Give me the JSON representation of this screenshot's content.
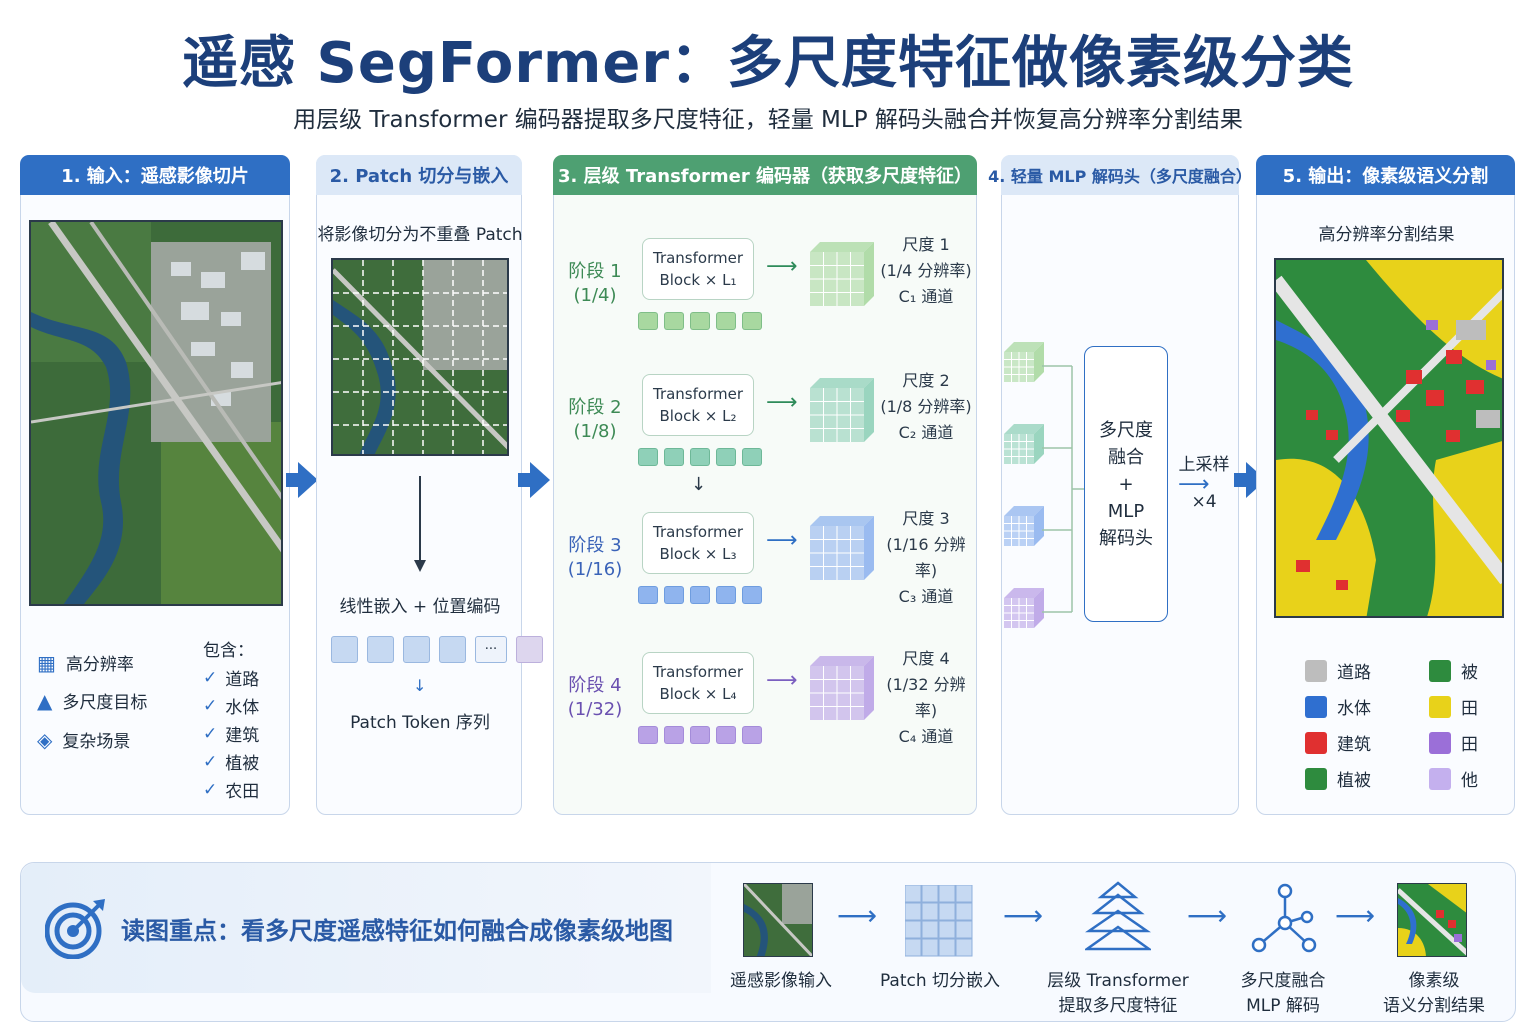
{
  "title": "遥感 SegFormer：多尺度特征做像素级分类",
  "subtitle": "用层级 Transformer 编码器提取多尺度特征，轻量 MLP 解码头融合并恢复高分辨率分割结果",
  "panel1": {
    "head": "1. 输入：遥感影像切片",
    "features": [
      "高分辨率",
      "多尺度目标",
      "复杂场景"
    ],
    "contains_label": "包含：",
    "contains": [
      "道路",
      "水体",
      "建筑",
      "植被",
      "农田"
    ]
  },
  "panel2": {
    "head": "2. Patch 切分与嵌入",
    "caption_top": "将影像切分为不重叠 Patch",
    "caption_mid": "线性嵌入 + 位置编码",
    "token_ellipsis": "···",
    "caption_bottom": "Patch Token 序列"
  },
  "panel3": {
    "head": "3. 层级 Transformer 编码器（获取多尺度特征）",
    "block_title": "Transformer",
    "stages": [
      {
        "name": "阶段 1",
        "ratio": "(1/4)",
        "block": "Block × L₁",
        "scale": "尺度 1",
        "scale_ratio": "(1/4 分辨率)",
        "channels": "C₁ 通道",
        "color": "#a8d8a0"
      },
      {
        "name": "阶段 2",
        "ratio": "(1/8)",
        "block": "Block × L₂",
        "scale": "尺度 2",
        "scale_ratio": "(1/8 分辨率)",
        "channels": "C₂ 通道",
        "color": "#8fd0b8"
      },
      {
        "name": "阶段 3",
        "ratio": "(1/16)",
        "block": "Block × L₃",
        "scale": "尺度 3",
        "scale_ratio": "(1/16 分辨率)",
        "channels": "C₃ 通道",
        "color": "#8fb4ee"
      },
      {
        "name": "阶段 4",
        "ratio": "(1/32)",
        "block": "Block × L₄",
        "scale": "尺度 4",
        "scale_ratio": "(1/32 分辨率)",
        "channels": "C₄ 通道",
        "color": "#b9a2e6"
      }
    ]
  },
  "panel4": {
    "head": "4. 轻量 MLP 解码头（多尺度融合）",
    "fusion_lines": [
      "多尺度",
      "融合",
      "+",
      "MLP",
      "解码头"
    ],
    "upsample": "上采样",
    "upsample_factor": "×4"
  },
  "panel5": {
    "head": "5. 输出：像素级语义分割",
    "caption": "高分辨率分割结果",
    "legend_left": [
      {
        "label": "道路",
        "color": "#bdbdbd"
      },
      {
        "label": "水体",
        "color": "#2f6fd0"
      },
      {
        "label": "建筑",
        "color": "#e03030"
      },
      {
        "label": "植被",
        "color": "#2e8b3e"
      }
    ],
    "legend_right": [
      {
        "label": "被",
        "color": "#2e8b3e"
      },
      {
        "label": "田",
        "color": "#e8d21a"
      },
      {
        "label": "田",
        "color": "#9b6fd8"
      },
      {
        "label": "他",
        "color": "#c4b0ee"
      }
    ]
  },
  "bottom": {
    "key_point": "读图重点：看多尺度遥感特征如何融合成像素级地图",
    "flow": [
      {
        "line1": "遥感影像输入",
        "line2": ""
      },
      {
        "line1": "Patch 切分嵌入",
        "line2": ""
      },
      {
        "line1": "层级 Transformer",
        "line2": "提取多尺度特征"
      },
      {
        "line1": "多尺度融合",
        "line2": "MLP 解码"
      },
      {
        "line1": "像素级",
        "line2": "语义分割结果"
      }
    ]
  }
}
